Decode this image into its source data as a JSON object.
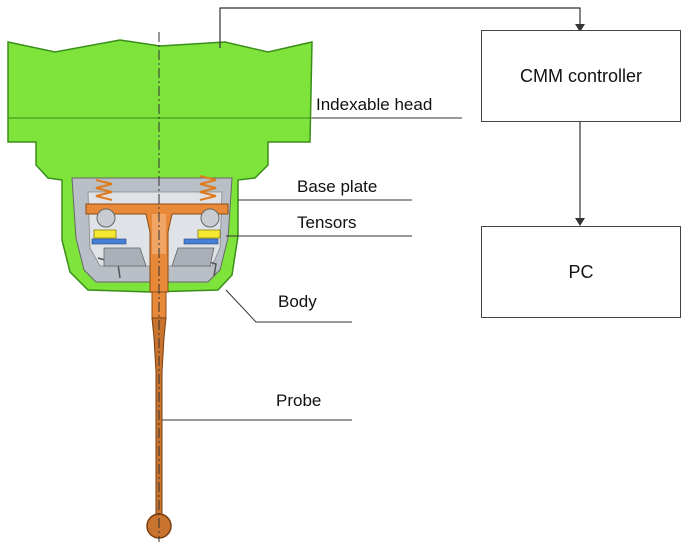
{
  "labels": {
    "indexable_head": "Indexable head",
    "base_plate": "Base plate",
    "tensors": "Tensors",
    "body": "Body",
    "probe": "Probe"
  },
  "boxes": {
    "cmm_controller": "CMM controller",
    "pc": "PC"
  },
  "colors": {
    "head_green": "#7ee33b",
    "probe_orange": "#e8893a",
    "spring": "#e07a1a",
    "tensor_yellow": "#f4e830",
    "tensor_blue": "#4a7fd6",
    "housing_gray": "#b9bfc6"
  }
}
